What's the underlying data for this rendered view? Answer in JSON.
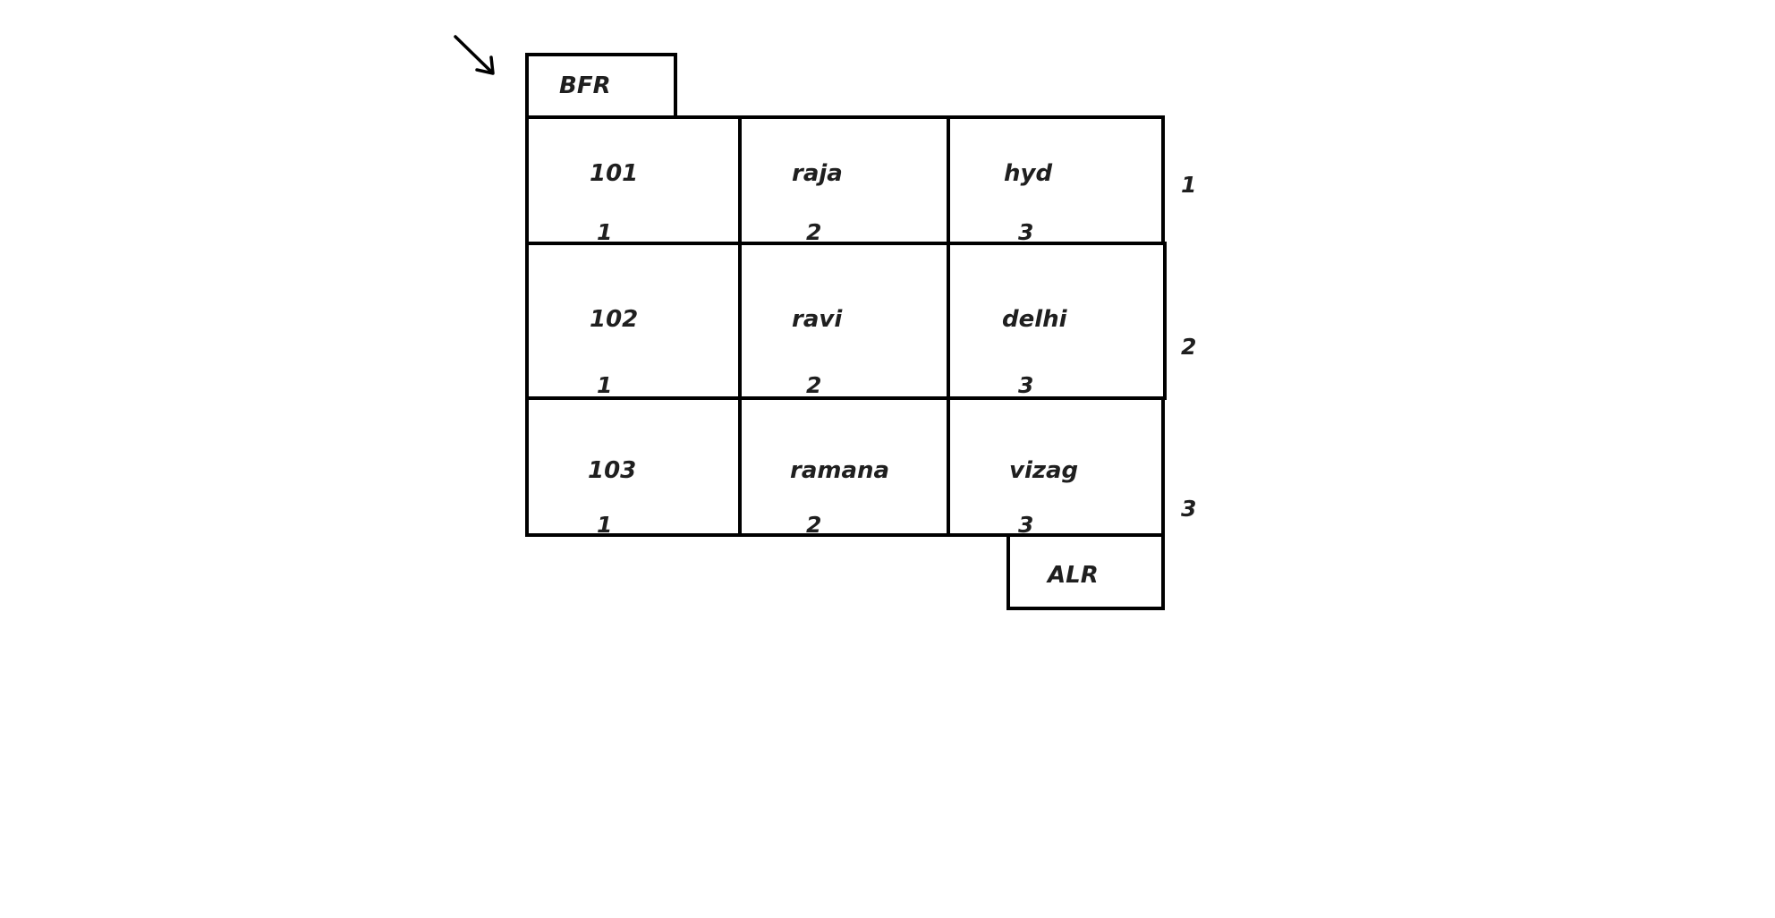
{
  "labels": {
    "bfr": "BFR",
    "alr": "ALR"
  },
  "rows": [
    {
      "cells": [
        {
          "value": "101",
          "pos": "1"
        },
        {
          "value": "raja",
          "pos": "2"
        },
        {
          "value": "hyd",
          "pos": "3"
        }
      ],
      "row_num": "1"
    },
    {
      "cells": [
        {
          "value": "102",
          "pos": "1"
        },
        {
          "value": "ravi",
          "pos": "2"
        },
        {
          "value": "delhi",
          "pos": "3"
        }
      ],
      "row_num": "2"
    },
    {
      "cells": [
        {
          "value": "103",
          "pos": "1"
        },
        {
          "value": "ramana",
          "pos": "2"
        },
        {
          "value": "vizag",
          "pos": "3"
        }
      ],
      "row_num": "3"
    }
  ]
}
